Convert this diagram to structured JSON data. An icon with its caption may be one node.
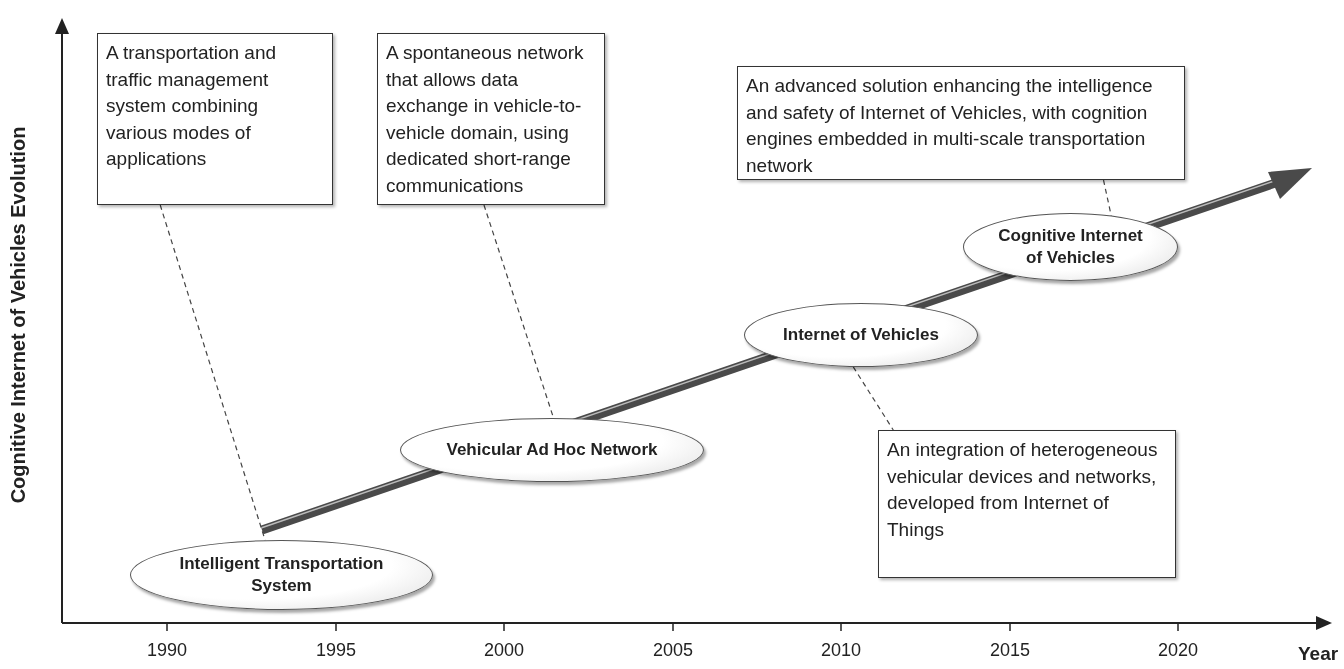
{
  "diagram": {
    "nodes": [
      {
        "text": [
          "A transportation and traffic management system combining various modes of applications"
        ]
      },
      {
        "text": [
          "A spontaneous network that allows data exchange in vehicle-to-vehicle domain, using dedicated short-range communications"
        ]
      },
      {
        "text": [
          "An advanced solution enhancing the intelligence and safety of Internet of Vehicles, with cognition engines embedded in multi-scale transportation network"
        ]
      },
      {
        "text": [
          "Cognitive Internet of Vehicles"
        ]
      },
      {
        "text": [
          "Internet of Vehicles"
        ]
      },
      {
        "text": [
          "Vehicular Ad Hoc Network"
        ]
      },
      {
        "text": [
          "Intelligent Transportation System"
        ]
      },
      {
        "text": [
          "An integration of heterogeneous vehicular devices and networks, developed from Internet of Things"
        ]
      }
    ],
    "edges": [
      {
        "from": 0,
        "to": 6,
        "arrow": "none",
        "style": "dashed"
      },
      {
        "from": 1,
        "to": 5,
        "arrow": "none",
        "style": "dashed"
      },
      {
        "from": 2,
        "to": 3,
        "arrow": "none",
        "style": "dashed"
      },
      {
        "from": 4,
        "to": 7,
        "arrow": "none",
        "style": "dashed"
      }
    ],
    "labels": [
      "Cognitive Internet of Vehicles Evolution",
      "1990",
      "1995",
      "2000",
      "2005",
      "2010",
      "2015",
      "2020",
      "Year"
    ]
  }
}
